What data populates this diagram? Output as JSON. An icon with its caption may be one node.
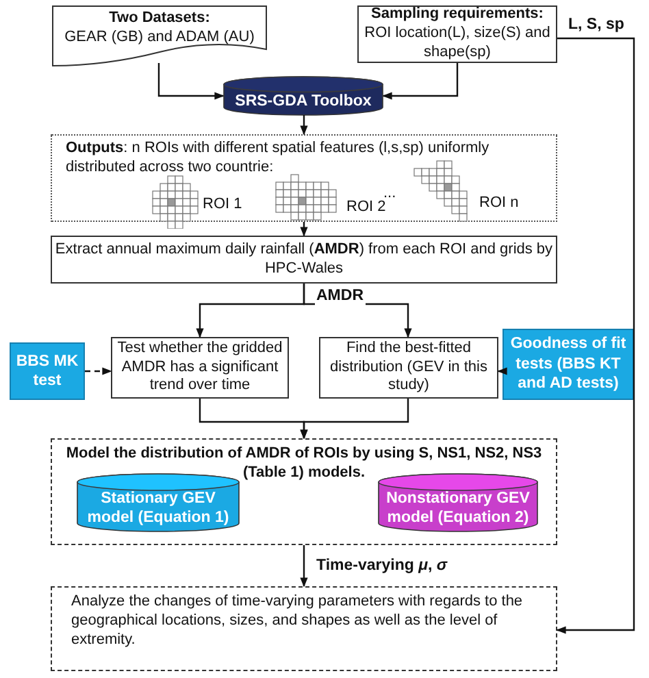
{
  "diagram": {
    "nodes": [
      {
        "text": [
          "Two Datasets:",
          "GEAR (GB) and ADAM (AU)"
        ]
      },
      {
        "text": [
          "Sampling requirements:",
          "ROI location(L), size(S) and shape(sp)"
        ]
      },
      {
        "text": [
          "SRS-GDA Toolbox"
        ]
      },
      {
        "text": [
          "**Outputs**: n ROIs with different spatial features (l,s,sp) uniformly distributed across two countrie:",
          "ROI 1",
          "ROI 2",
          "...",
          "ROI n"
        ]
      },
      {
        "text": [
          "Extract annual maximum daily rainfall (**AMDR**) from each ROI and grids by HPC-Wales"
        ]
      },
      {
        "text": [
          "BBS MK test"
        ]
      },
      {
        "text": [
          "Test whether the gridded AMDR has a significant trend over time"
        ]
      },
      {
        "text": [
          "Find the best-fitted distribution (GEV in this study)"
        ]
      },
      {
        "text": [
          "Goodness of fit tests (BBS KT and AD tests)"
        ]
      },
      {
        "text": [
          "Model the distribution of AMDR of ROIs by using S, NS1, NS2, NS3 (Table 1) models."
        ]
      },
      {
        "text": [
          "Stationary GEV model (Equation 1)"
        ],
        "in": 9
      },
      {
        "text": [
          "Nonstationary GEV model (Equation 2)"
        ],
        "in": 9
      },
      {
        "text": [
          "Analyze the changes of time-varying parameters with regards to the geographical locations, sizes, and shapes as well as the level of extremity."
        ]
      }
    ],
    "edges": [
      {
        "from": 0,
        "to": 2,
        "arrow": "to"
      },
      {
        "from": 1,
        "to": 2,
        "arrow": "to"
      },
      {
        "from": 2,
        "to": 3,
        "arrow": "to"
      },
      {
        "from": 3,
        "to": 4,
        "arrow": "to"
      },
      {
        "from": 4,
        "to": 6,
        "arrow": "to",
        "label": "AMDR"
      },
      {
        "from": 4,
        "to": 7,
        "arrow": "to"
      },
      {
        "from": 5,
        "to": 6,
        "arrow": "to",
        "style": "dashed"
      },
      {
        "from": 8,
        "to": 7,
        "arrow": "to",
        "style": "dashed"
      },
      {
        "from": 6,
        "to": 9,
        "arrow": "to"
      },
      {
        "from": 7,
        "to": 9,
        "arrow": "to"
      },
      {
        "from": 9,
        "to": 12,
        "arrow": "to",
        "label": "Time-varying *μ*, *σ*"
      },
      {
        "from": 1,
        "to": 12,
        "arrow": "to",
        "label": "L, S, sp"
      }
    ]
  }
}
